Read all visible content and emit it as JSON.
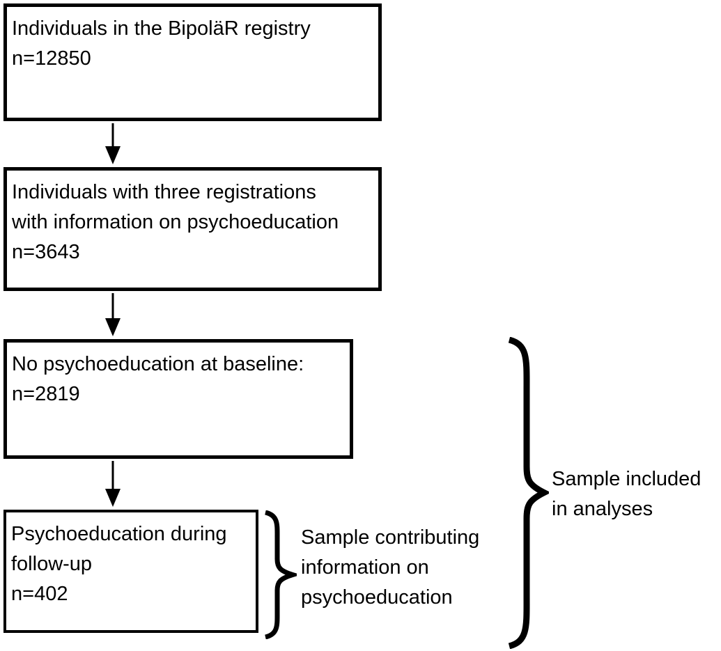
{
  "figure": {
    "background_color": "#ffffff",
    "line_color": "#000000",
    "boxes": [
      {
        "id": "registry",
        "lines": [
          "Individuals in the BipoläR registry",
          "n=12850"
        ],
        "n": 12850
      },
      {
        "id": "three-registrations",
        "lines": [
          "Individuals with three registrations",
          "with information on psychoeducation",
          "n=3643"
        ],
        "n": 3643
      },
      {
        "id": "no-psychoeducation-baseline",
        "lines": [
          "No psychoeducation at baseline:",
          "n=2819"
        ],
        "n": 2819
      },
      {
        "id": "psychoeducation-followup",
        "lines": [
          "Psychoeducation during",
          "follow-up",
          "n=402"
        ],
        "n": 402
      }
    ],
    "annotations": [
      {
        "id": "sample-contributing",
        "lines": [
          "Sample contributing",
          "information on",
          "psychoeducation"
        ]
      },
      {
        "id": "sample-included",
        "lines": [
          "Sample included",
          "in analyses"
        ]
      }
    ]
  }
}
